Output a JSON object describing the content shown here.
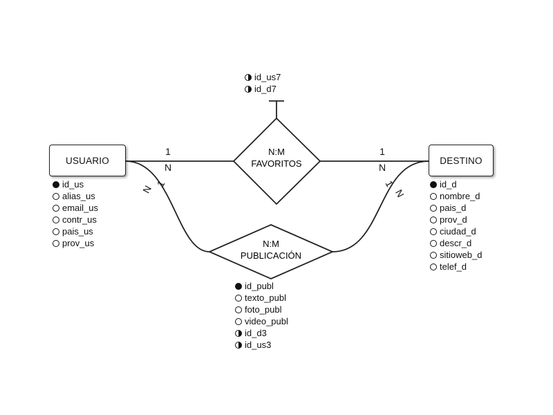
{
  "entities": {
    "usuario": {
      "name": "USUARIO",
      "attributes": [
        {
          "name": "id_us",
          "kind": "pk"
        },
        {
          "name": "alias_us",
          "kind": "attr"
        },
        {
          "name": "email_us",
          "kind": "attr"
        },
        {
          "name": "contr_us",
          "kind": "attr"
        },
        {
          "name": "pais_us",
          "kind": "attr"
        },
        {
          "name": "prov_us",
          "kind": "attr"
        }
      ]
    },
    "destino": {
      "name": "DESTINO",
      "attributes": [
        {
          "name": "id_d",
          "kind": "pk"
        },
        {
          "name": "nombre_d",
          "kind": "attr"
        },
        {
          "name": "pais_d",
          "kind": "attr"
        },
        {
          "name": "prov_d",
          "kind": "attr"
        },
        {
          "name": "ciudad_d",
          "kind": "attr"
        },
        {
          "name": "descr_d",
          "kind": "attr"
        },
        {
          "name": "sitioweb_d",
          "kind": "attr"
        },
        {
          "name": "telef_d",
          "kind": "attr"
        }
      ]
    }
  },
  "relationships": {
    "favoritos": {
      "cardinality": "N:M",
      "name": "FAVORITOS",
      "attributes": [
        {
          "name": "id_us7",
          "kind": "fk"
        },
        {
          "name": "id_d7",
          "kind": "fk"
        }
      ],
      "left_labels": {
        "one": "1",
        "many": "N"
      },
      "right_labels": {
        "one": "1",
        "many": "N"
      }
    },
    "publicacion": {
      "cardinality": "N:M",
      "name": "PUBLICACIÓN",
      "attributes": [
        {
          "name": "id_publ",
          "kind": "pk"
        },
        {
          "name": "texto_publ",
          "kind": "attr"
        },
        {
          "name": "foto_publ",
          "kind": "attr"
        },
        {
          "name": "video_publ",
          "kind": "attr"
        },
        {
          "name": "id_d3",
          "kind": "fk"
        },
        {
          "name": "id_us3",
          "kind": "fk"
        }
      ],
      "left_labels": {
        "one": "1",
        "many": "N"
      },
      "right_labels": {
        "one": "1",
        "many": "N"
      }
    }
  },
  "legend_kinds": {
    "pk": "filled-circle-icon",
    "fk": "half-filled-circle-icon",
    "attr": "empty-circle-icon"
  }
}
